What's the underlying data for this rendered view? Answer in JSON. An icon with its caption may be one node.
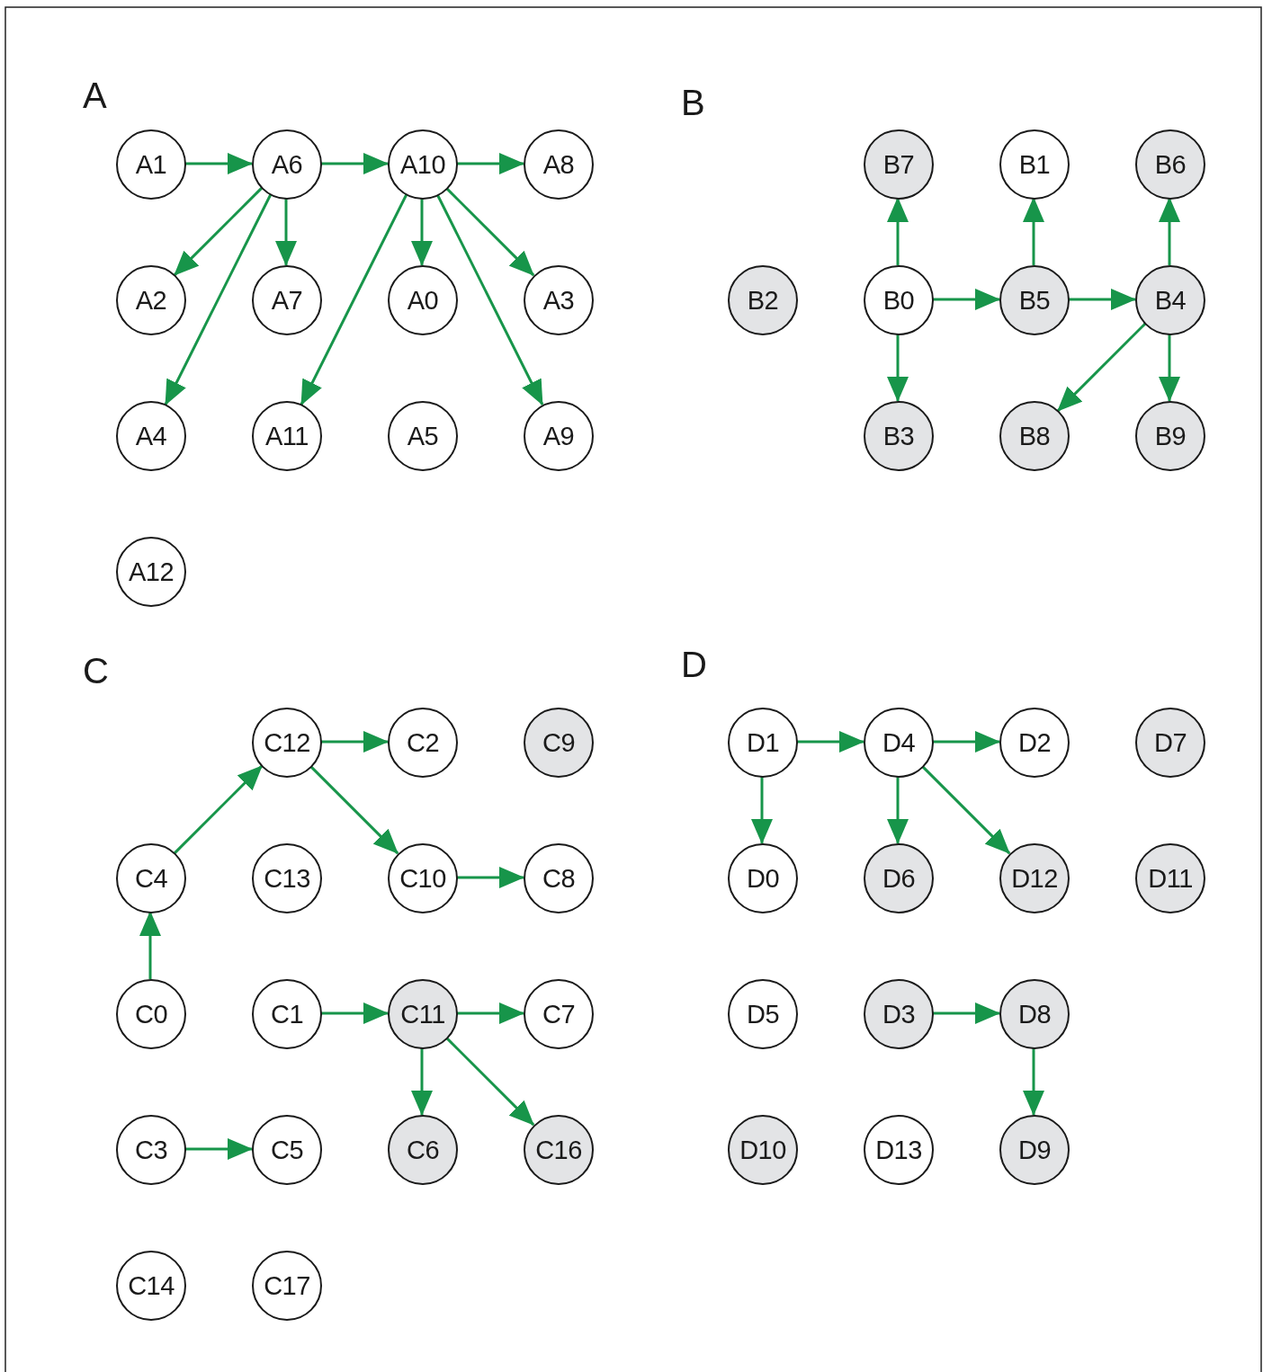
{
  "diagram": {
    "nodes": [
      {
        "text": [
          "A1"
        ]
      },
      {
        "text": [
          "A6"
        ]
      },
      {
        "text": [
          "A10"
        ]
      },
      {
        "text": [
          "A8"
        ]
      },
      {
        "text": [
          "A2"
        ]
      },
      {
        "text": [
          "A7"
        ]
      },
      {
        "text": [
          "A0"
        ]
      },
      {
        "text": [
          "A3"
        ]
      },
      {
        "text": [
          "A4"
        ]
      },
      {
        "text": [
          "A11"
        ]
      },
      {
        "text": [
          "A5"
        ]
      },
      {
        "text": [
          "A9"
        ]
      },
      {
        "text": [
          "A12"
        ]
      },
      {
        "text": [
          "B7"
        ]
      },
      {
        "text": [
          "B1"
        ]
      },
      {
        "text": [
          "B6"
        ]
      },
      {
        "text": [
          "B2"
        ]
      },
      {
        "text": [
          "B0"
        ]
      },
      {
        "text": [
          "B5"
        ]
      },
      {
        "text": [
          "B4"
        ]
      },
      {
        "text": [
          "B3"
        ]
      },
      {
        "text": [
          "B8"
        ]
      },
      {
        "text": [
          "B9"
        ]
      },
      {
        "text": [
          "C12"
        ]
      },
      {
        "text": [
          "C2"
        ]
      },
      {
        "text": [
          "C9"
        ]
      },
      {
        "text": [
          "C4"
        ]
      },
      {
        "text": [
          "C13"
        ]
      },
      {
        "text": [
          "C10"
        ]
      },
      {
        "text": [
          "C8"
        ]
      },
      {
        "text": [
          "C0"
        ]
      },
      {
        "text": [
          "C1"
        ]
      },
      {
        "text": [
          "C11"
        ]
      },
      {
        "text": [
          "C7"
        ]
      },
      {
        "text": [
          "C3"
        ]
      },
      {
        "text": [
          "C5"
        ]
      },
      {
        "text": [
          "C6"
        ]
      },
      {
        "text": [
          "C16"
        ]
      },
      {
        "text": [
          "C14"
        ]
      },
      {
        "text": [
          "C17"
        ]
      },
      {
        "text": [
          "D1"
        ]
      },
      {
        "text": [
          "D4"
        ]
      },
      {
        "text": [
          "D2"
        ]
      },
      {
        "text": [
          "D7"
        ]
      },
      {
        "text": [
          "D0"
        ]
      },
      {
        "text": [
          "D6"
        ]
      },
      {
        "text": [
          "D12"
        ]
      },
      {
        "text": [
          "D11"
        ]
      },
      {
        "text": [
          "D5"
        ]
      },
      {
        "text": [
          "D3"
        ]
      },
      {
        "text": [
          "D8"
        ]
      },
      {
        "text": [
          "D10"
        ]
      },
      {
        "text": [
          "D13"
        ]
      },
      {
        "text": [
          "D9"
        ]
      }
    ],
    "edges": [
      {
        "from": 0,
        "to": 1,
        "arrow": "to"
      },
      {
        "from": 1,
        "to": 2,
        "arrow": "to"
      },
      {
        "from": 2,
        "to": 3,
        "arrow": "to"
      },
      {
        "from": 1,
        "to": 4,
        "arrow": "to"
      },
      {
        "from": 1,
        "to": 5,
        "arrow": "to"
      },
      {
        "from": 1,
        "to": 8,
        "arrow": "to"
      },
      {
        "from": 2,
        "to": 9,
        "arrow": "to"
      },
      {
        "from": 2,
        "to": 6,
        "arrow": "to"
      },
      {
        "from": 2,
        "to": 7,
        "arrow": "to"
      },
      {
        "from": 2,
        "to": 11,
        "arrow": "to"
      },
      {
        "from": 17,
        "to": 13,
        "arrow": "to"
      },
      {
        "from": 18,
        "to": 14,
        "arrow": "to"
      },
      {
        "from": 19,
        "to": 15,
        "arrow": "to"
      },
      {
        "from": 17,
        "to": 18,
        "arrow": "to"
      },
      {
        "from": 18,
        "to": 19,
        "arrow": "to"
      },
      {
        "from": 17,
        "to": 20,
        "arrow": "to"
      },
      {
        "from": 19,
        "to": 21,
        "arrow": "to"
      },
      {
        "from": 19,
        "to": 22,
        "arrow": "to"
      },
      {
        "from": 23,
        "to": 24,
        "arrow": "to"
      },
      {
        "from": 26,
        "to": 23,
        "arrow": "to"
      },
      {
        "from": 23,
        "to": 28,
        "arrow": "to"
      },
      {
        "from": 28,
        "to": 29,
        "arrow": "to"
      },
      {
        "from": 30,
        "to": 26,
        "arrow": "to"
      },
      {
        "from": 31,
        "to": 32,
        "arrow": "to"
      },
      {
        "from": 32,
        "to": 33,
        "arrow": "to"
      },
      {
        "from": 32,
        "to": 36,
        "arrow": "to"
      },
      {
        "from": 32,
        "to": 37,
        "arrow": "to"
      },
      {
        "from": 34,
        "to": 35,
        "arrow": "to"
      },
      {
        "from": 40,
        "to": 41,
        "arrow": "to"
      },
      {
        "from": 41,
        "to": 42,
        "arrow": "to"
      },
      {
        "from": 40,
        "to": 44,
        "arrow": "to"
      },
      {
        "from": 41,
        "to": 45,
        "arrow": "to"
      },
      {
        "from": 41,
        "to": 46,
        "arrow": "to"
      },
      {
        "from": 49,
        "to": 50,
        "arrow": "to"
      },
      {
        "from": 50,
        "to": 53,
        "arrow": "to"
      }
    ],
    "labels": [
      "A",
      "B",
      "C",
      "D"
    ]
  }
}
